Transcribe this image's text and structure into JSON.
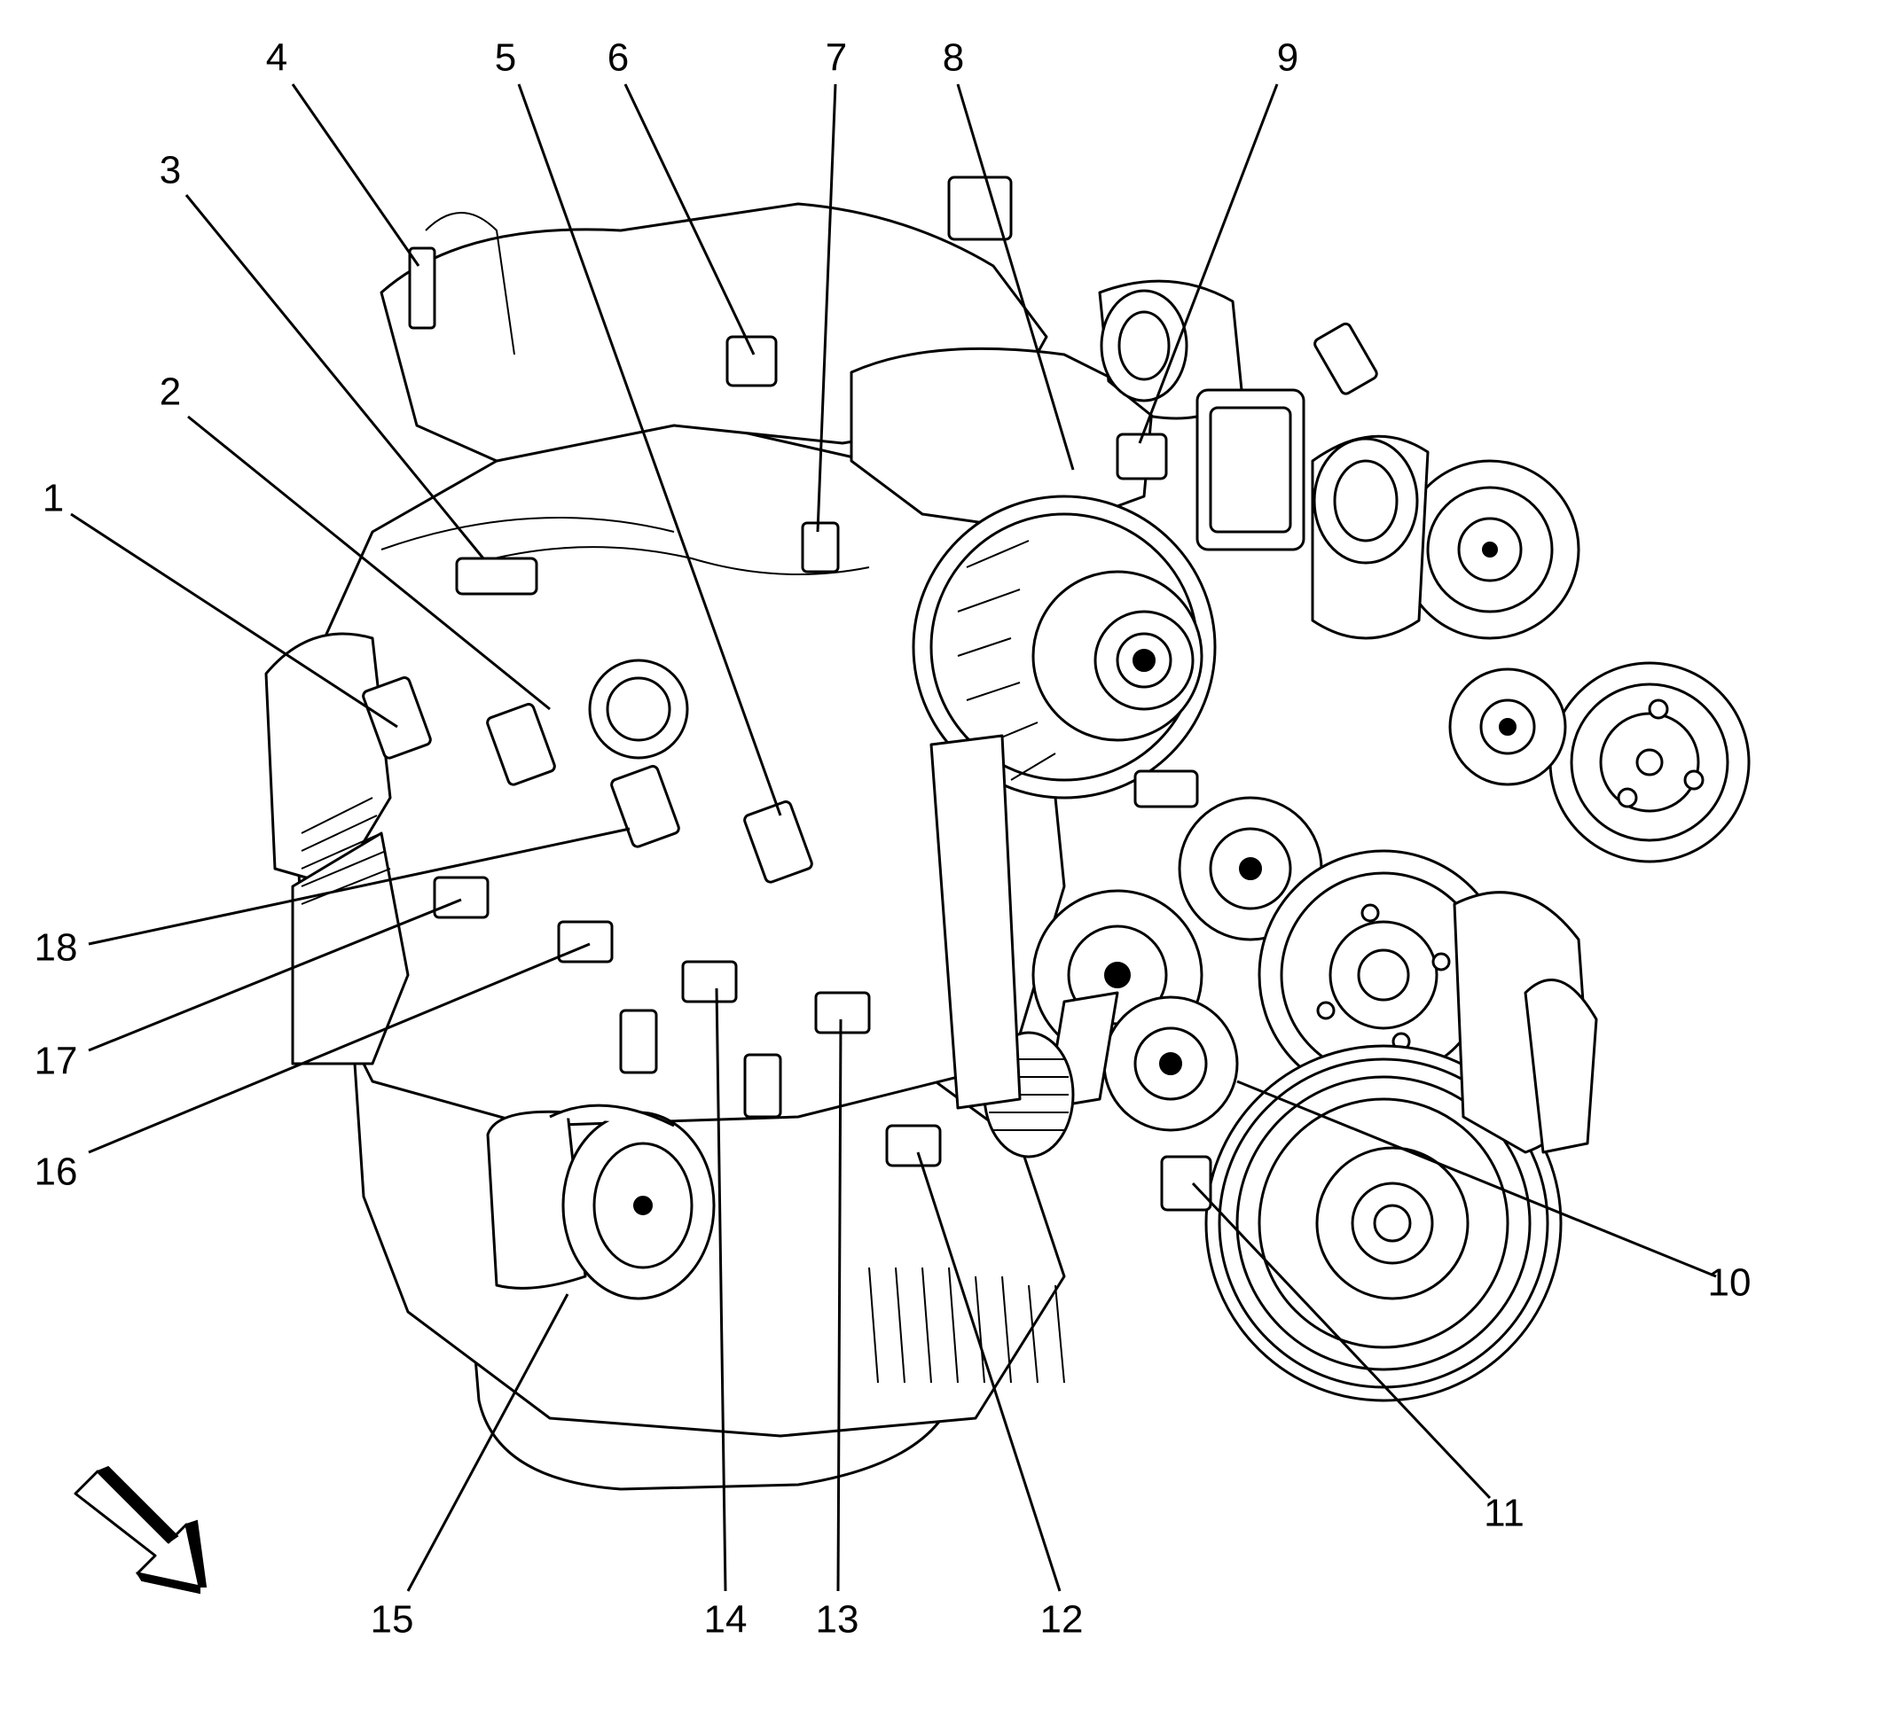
{
  "diagram": {
    "callouts": [
      "1",
      "2",
      "3",
      "4",
      "5",
      "6",
      "7",
      "8",
      "9",
      "10",
      "11",
      "12",
      "13",
      "14",
      "15",
      "16",
      "17",
      "18"
    ],
    "view_arrow_icon": "front-view-arrow-icon",
    "colors": {
      "ink": "#000000",
      "paper": "#ffffff"
    }
  }
}
